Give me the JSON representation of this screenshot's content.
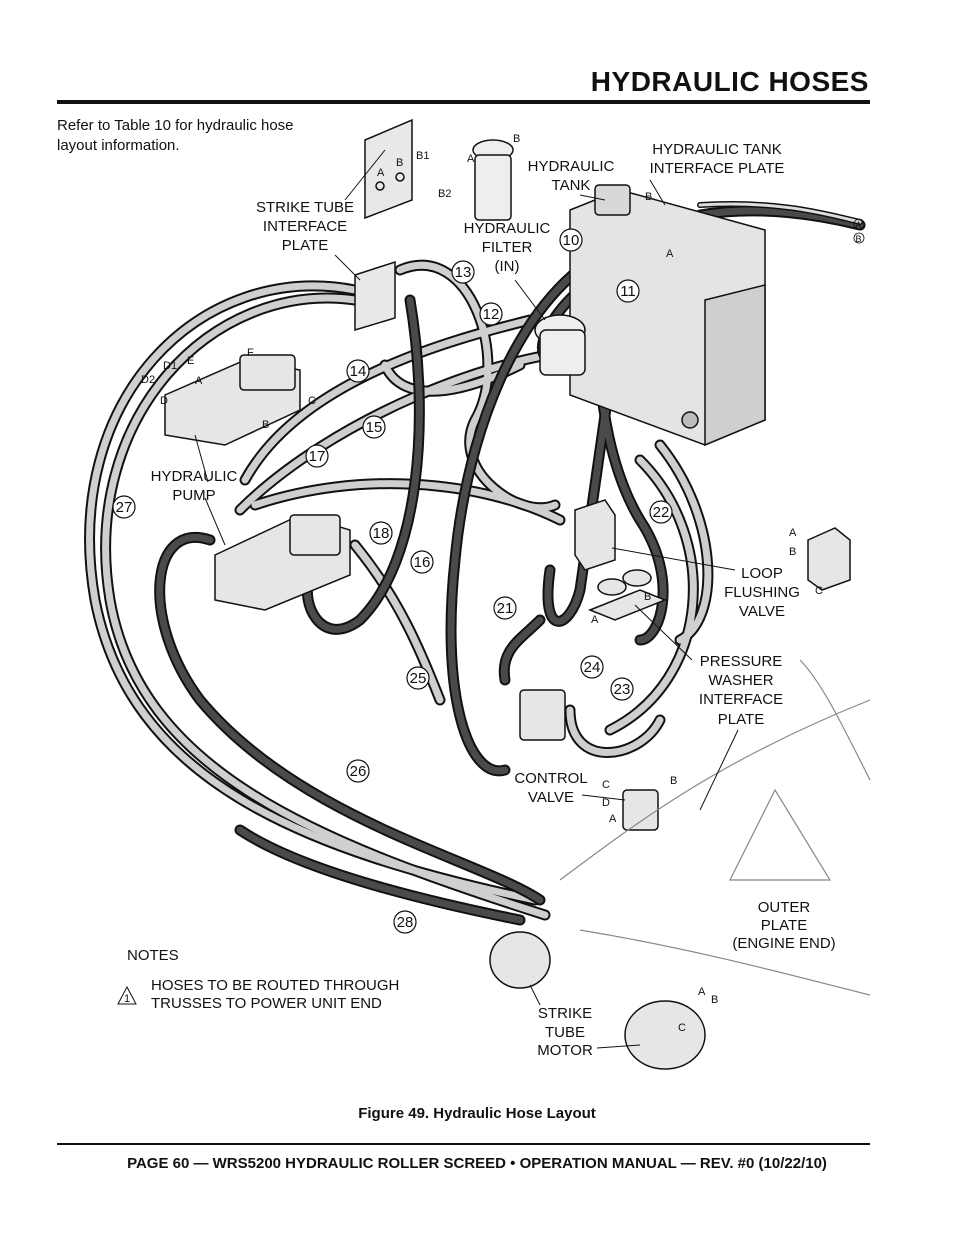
{
  "header": {
    "title": "HYDRAULIC HOSES"
  },
  "intro": "Refer to Table 10 for hydraulic hose layout information.",
  "labels": {
    "strike_tube_interface_plate": [
      "STRIKE TUBE",
      "INTERFACE",
      "PLATE"
    ],
    "hydraulic_filter": [
      "HYDRAULIC",
      "FILTER",
      "(IN)"
    ],
    "hydraulic_tank": [
      "HYDRAULIC",
      "TANK"
    ],
    "hydraulic_tank_interface_plate": [
      "HYDRAULIC TANK",
      "INTERFACE PLATE"
    ],
    "hydraulic_pump": [
      "HYDRAULIC",
      "PUMP"
    ],
    "loop_flushing_valve": [
      "LOOP",
      "FLUSHING",
      "VALVE"
    ],
    "pressure_washer_interface_plate": [
      "PRESSURE",
      "WASHER",
      "INTERFACE",
      "PLATE"
    ],
    "control_valve": [
      "CONTROL",
      "VALVE"
    ],
    "outer_plate": [
      "OUTER",
      "PLATE",
      "(ENGINE END)"
    ],
    "strike_tube_motor": [
      "STRIKE",
      "TUBE",
      "MOTOR"
    ]
  },
  "port_letters": {
    "strike_plate": [
      "A",
      "B",
      "B1",
      "B2"
    ],
    "filter": [
      "A",
      "B"
    ],
    "tank_plate": [
      "B",
      "A"
    ],
    "tank_lines": [
      "A",
      "B"
    ],
    "pump_inset": [
      "D1",
      "D2",
      "D",
      "E",
      "A",
      "F",
      "C",
      "B"
    ],
    "loop_inset": [
      "A",
      "B",
      "C"
    ],
    "washer_plate": [
      "A",
      "B"
    ],
    "control_inset": [
      "C",
      "B",
      "D",
      "A"
    ],
    "motor_inset": [
      "A",
      "B",
      "C"
    ]
  },
  "hose_numbers": [
    "10",
    "11",
    "12",
    "13",
    "14",
    "15",
    "16",
    "17",
    "18",
    "21",
    "22",
    "23",
    "24",
    "25",
    "26",
    "27",
    "28"
  ],
  "notes": {
    "heading": "NOTES",
    "note_number": "1",
    "note_text": [
      "HOSES TO BE ROUTED THROUGH",
      "TRUSSES TO POWER UNIT END"
    ]
  },
  "caption": "Figure 49. Hydraulic Hose Layout",
  "footer": "PAGE 60 — WRS5200 HYDRAULIC ROLLER SCREED • OPERATION MANUAL — REV. #0 (10/22/10)",
  "colors": {
    "ink": "#111111",
    "hose_dark": "#3a3a3a",
    "hose_light": "#c8c8c8",
    "part_fill": "#e4e4e4"
  }
}
